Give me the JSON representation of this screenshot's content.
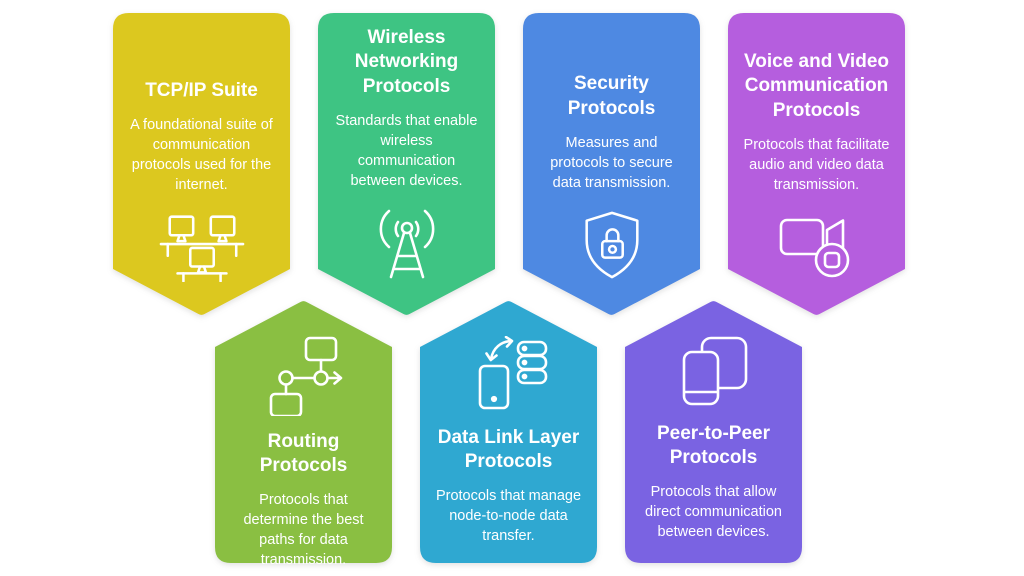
{
  "page": {
    "background_color": "#ffffff",
    "topic": "Networking protocols infographic"
  },
  "cards": [
    {
      "title": "TCP/IP Suite",
      "description": "A foundational suite of communication protocols used for the internet.",
      "color": "#dcc81f",
      "icon": "network-computers-icon",
      "shape": "banner-point-down"
    },
    {
      "title": "Wireless Networking Protocols",
      "description": "Standards that enable wireless communication between devices.",
      "color": "#3ec483",
      "icon": "antenna-icon",
      "shape": "banner-point-down"
    },
    {
      "title": "Security Protocols",
      "description": "Measures and protocols to secure data transmission.",
      "color": "#4e89e2",
      "icon": "shield-lock-icon",
      "shape": "banner-point-down"
    },
    {
      "title": "Voice and Video Communication Protocols",
      "description": "Protocols that facilitate audio and video data transmission.",
      "color": "#b55ede",
      "icon": "video-camera-icon",
      "shape": "banner-point-down"
    },
    {
      "title": "Routing Protocols",
      "description": "Protocols that determine the best paths for data transmission.",
      "color": "#8abf42",
      "icon": "flowchart-routing-icon",
      "shape": "banner-point-up"
    },
    {
      "title": "Data Link Layer Protocols",
      "description": "Protocols that manage node-to-node data transfer.",
      "color": "#2fa8d1",
      "icon": "device-server-transfer-icon",
      "shape": "banner-point-up"
    },
    {
      "title": "Peer-to-Peer Protocols",
      "description": "Protocols that allow direct communication between devices.",
      "color": "#7a63e2",
      "icon": "overlapping-devices-icon",
      "shape": "banner-point-up"
    }
  ]
}
